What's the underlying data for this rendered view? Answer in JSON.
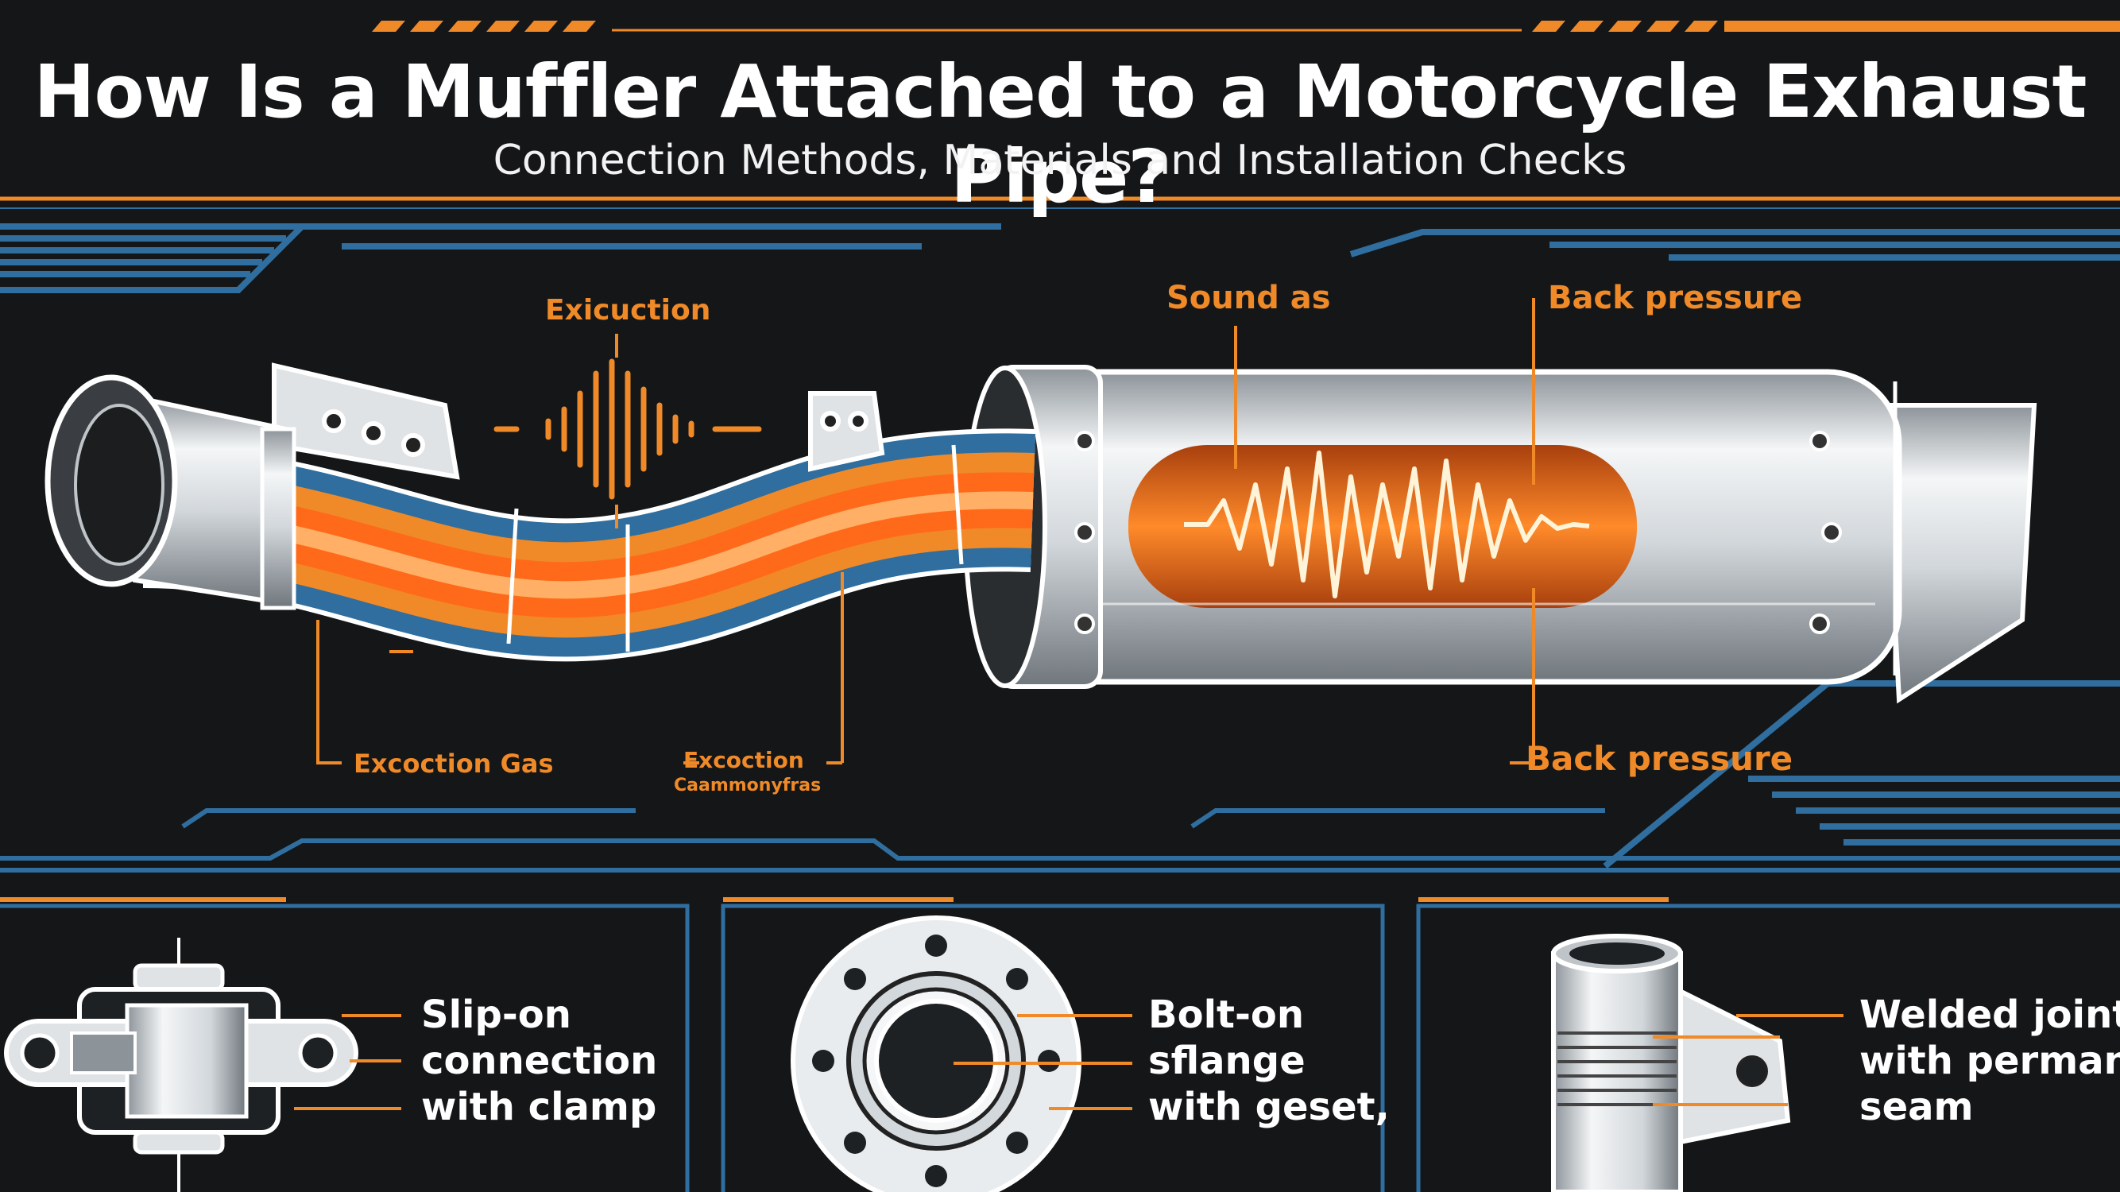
{
  "header": {
    "title": "How Is a Muffler Attached to a Motorcycle Exhaust Pipe?",
    "subtitle": "Connection Methods, Materials and Installation Checks"
  },
  "diagram": {
    "labels": {
      "top_pipe": "Exicuction",
      "sound": "Sound as",
      "back_pressure_top": "Back pressure",
      "back_pressure_bottom": "Back pressure",
      "gas": "Excoction Gas",
      "mid_line1": "Excoction",
      "mid_line2": "Caammonyfras"
    }
  },
  "panels": [
    {
      "lines": [
        "Slip-on",
        "connection",
        "with clamp"
      ]
    },
    {
      "lines": [
        "Bolt-on",
        "sflange",
        "with geset,"
      ]
    },
    {
      "lines": [
        "Welded joint",
        "with permanit",
        "seam"
      ]
    }
  ],
  "colors": {
    "background": "#141618",
    "accent_orange": "#f08a28",
    "accent_blue": "#2f6e9e",
    "metal": "#dfe3e6",
    "outline": "#ffffff"
  }
}
